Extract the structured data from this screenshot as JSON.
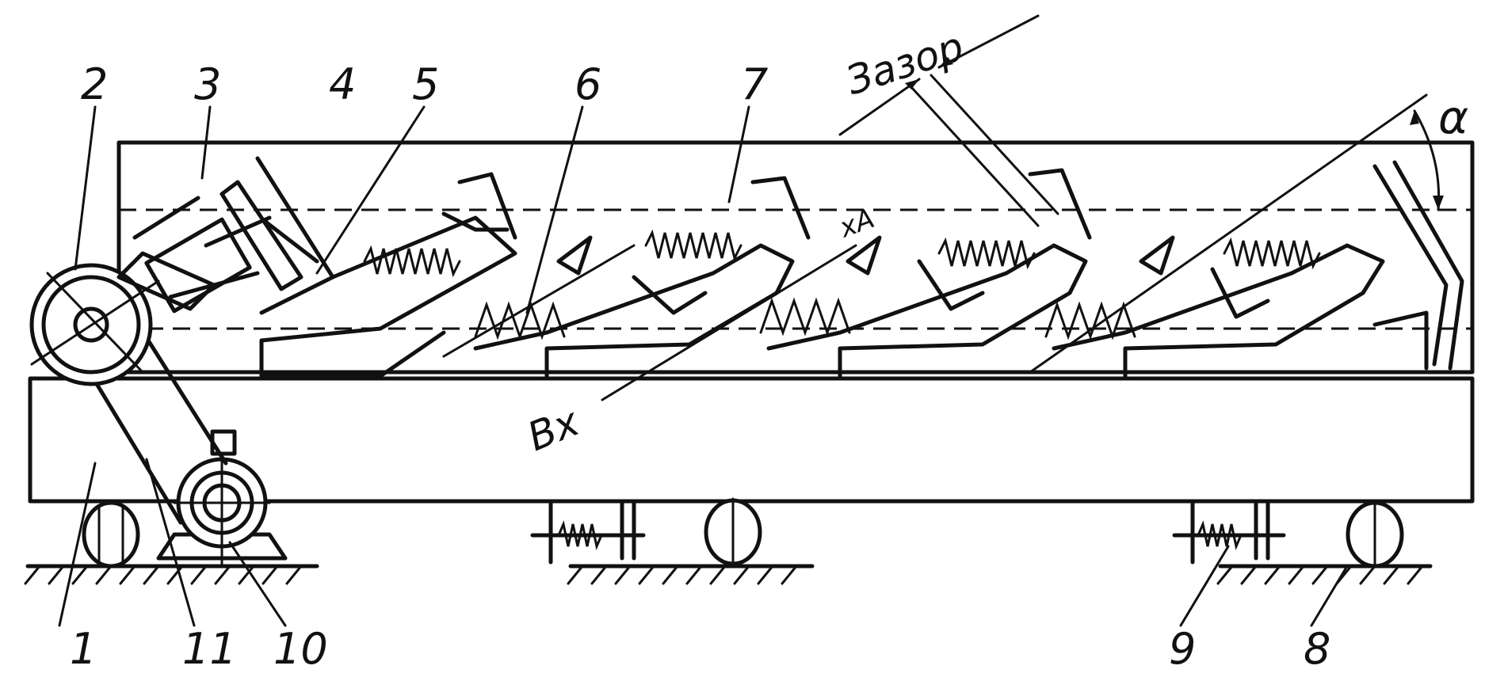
{
  "diagram": {
    "labels": {
      "n1": "1",
      "n2": "2",
      "n3": "3",
      "n4": "4",
      "n5": "5",
      "n6": "6",
      "n7": "7",
      "n8": "8",
      "n9": "9",
      "n10": "10",
      "n11": "11"
    },
    "annotations": {
      "gap": "Зазор",
      "in": "Вх",
      "a": "хА",
      "alpha": "α"
    }
  },
  "colors": {
    "ink": "#111111",
    "paper": "#ffffff"
  }
}
